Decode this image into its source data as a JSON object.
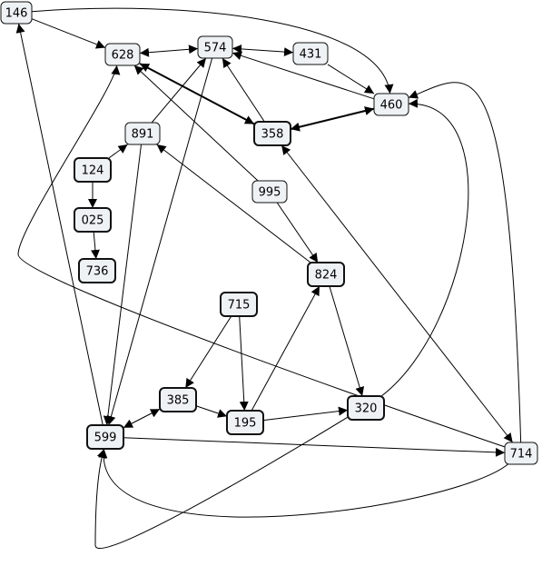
{
  "graph": {
    "style": {
      "node_fill": "#eef2f4",
      "node_stroke": "#111111",
      "edge_color": "#000000",
      "background": "#ffffff"
    },
    "nodes": [
      {
        "id": "n146",
        "label": "146"
      },
      {
        "id": "n628",
        "label": "628"
      },
      {
        "id": "n574",
        "label": "574"
      },
      {
        "id": "n431",
        "label": "431"
      },
      {
        "id": "n460",
        "label": "460"
      },
      {
        "id": "n891",
        "label": "891"
      },
      {
        "id": "n358",
        "label": "358"
      },
      {
        "id": "n124",
        "label": "124"
      },
      {
        "id": "n995",
        "label": "995"
      },
      {
        "id": "n025",
        "label": "025"
      },
      {
        "id": "n736",
        "label": "736"
      },
      {
        "id": "n824",
        "label": "824"
      },
      {
        "id": "n715",
        "label": "715"
      },
      {
        "id": "n385",
        "label": "385"
      },
      {
        "id": "n320",
        "label": "320"
      },
      {
        "id": "n195",
        "label": "195"
      },
      {
        "id": "n599",
        "label": "599"
      },
      {
        "id": "n714",
        "label": "714"
      }
    ],
    "edges": [
      {
        "from": "n146",
        "to": "n628",
        "direction": "forward"
      },
      {
        "from": "n146",
        "to": "n460",
        "direction": "forward"
      },
      {
        "from": "n628",
        "to": "n574",
        "direction": "both"
      },
      {
        "from": "n574",
        "to": "n431",
        "direction": "both"
      },
      {
        "from": "n431",
        "to": "n460",
        "direction": "forward"
      },
      {
        "from": "n460",
        "to": "n574",
        "direction": "forward"
      },
      {
        "from": "n628",
        "to": "n358",
        "direction": "both"
      },
      {
        "from": "n358",
        "to": "n460",
        "direction": "both"
      },
      {
        "from": "n358",
        "to": "n574",
        "direction": "forward"
      },
      {
        "from": "n891",
        "to": "n574",
        "direction": "forward"
      },
      {
        "from": "n124",
        "to": "n891",
        "direction": "forward"
      },
      {
        "from": "n124",
        "to": "n025",
        "direction": "forward"
      },
      {
        "from": "n025",
        "to": "n736",
        "direction": "forward"
      },
      {
        "from": "n995",
        "to": "n628",
        "direction": "forward"
      },
      {
        "from": "n995",
        "to": "n824",
        "direction": "forward"
      },
      {
        "from": "n824",
        "to": "n891",
        "direction": "forward"
      },
      {
        "from": "n824",
        "to": "n320",
        "direction": "forward"
      },
      {
        "from": "n715",
        "to": "n385",
        "direction": "forward"
      },
      {
        "from": "n715",
        "to": "n195",
        "direction": "forward"
      },
      {
        "from": "n385",
        "to": "n195",
        "direction": "forward"
      },
      {
        "from": "n195",
        "to": "n824",
        "direction": "forward"
      },
      {
        "from": "n195",
        "to": "n320",
        "direction": "forward"
      },
      {
        "from": "n385",
        "to": "n599",
        "direction": "both"
      },
      {
        "from": "n320",
        "to": "n460",
        "direction": "forward"
      },
      {
        "from": "n320",
        "to": "n599",
        "direction": "forward"
      },
      {
        "from": "n599",
        "to": "n146",
        "direction": "forward"
      },
      {
        "from": "n574",
        "to": "n599",
        "direction": "forward"
      },
      {
        "from": "n891",
        "to": "n599",
        "direction": "forward"
      },
      {
        "from": "n599",
        "to": "n714",
        "direction": "forward"
      },
      {
        "from": "n358",
        "to": "n714",
        "direction": "both"
      },
      {
        "from": "n714",
        "to": "n460",
        "direction": "forward"
      },
      {
        "from": "n714",
        "to": "n599",
        "direction": "forward"
      },
      {
        "from": "n714",
        "to": "n628",
        "direction": "forward"
      }
    ]
  }
}
